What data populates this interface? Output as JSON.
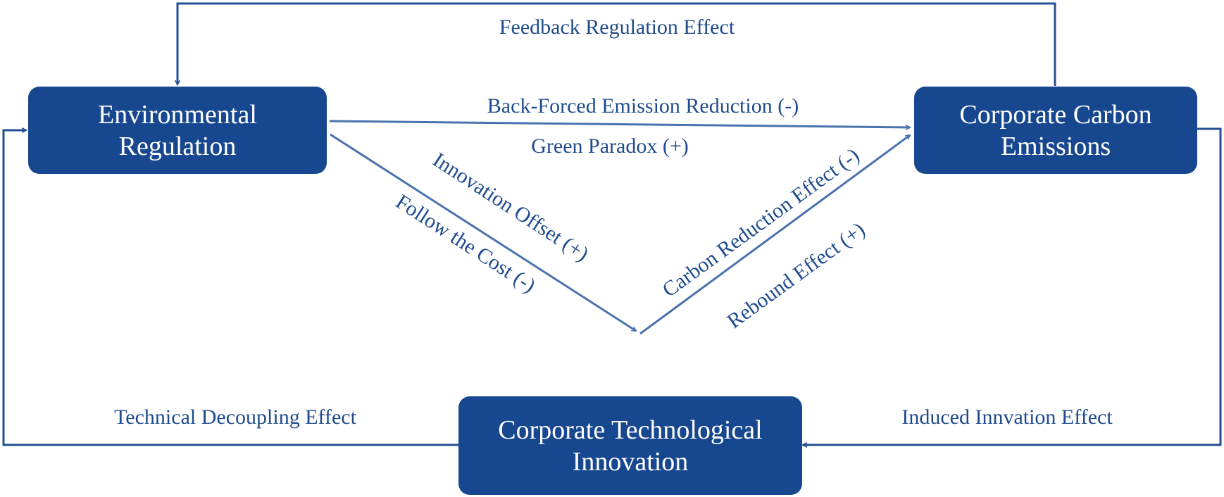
{
  "colors": {
    "node_fill": "#17478e",
    "node_text": "#ffffff",
    "arrow": "#4a72ad",
    "loop": "#254f93",
    "label_text": "#1f4b8c"
  },
  "nodes": {
    "environmental_regulation": [
      "Environmental",
      "Regulation"
    ],
    "corporate_carbon_emissions": [
      "Corporate Carbon",
      "Emissions"
    ],
    "corporate_technological_innovation": [
      "Corporate Technological",
      "Innovation"
    ]
  },
  "labels": {
    "feedback_regulation": "Feedback Regulation Effect",
    "back_forced_reduction": "Back-Forced Emission Reduction (-)",
    "green_paradox": "Green Paradox (+)",
    "innovation_offset": "Innovation Offset (+)",
    "follow_the_cost": "Follow the Cost (-)",
    "carbon_reduction": "Carbon Reduction Effect (-)",
    "rebound_effect": "Rebound Effect (+)",
    "technical_decoupling": "Technical Decoupling Effect",
    "induced_innovation": "Induced Innvation Effect"
  }
}
